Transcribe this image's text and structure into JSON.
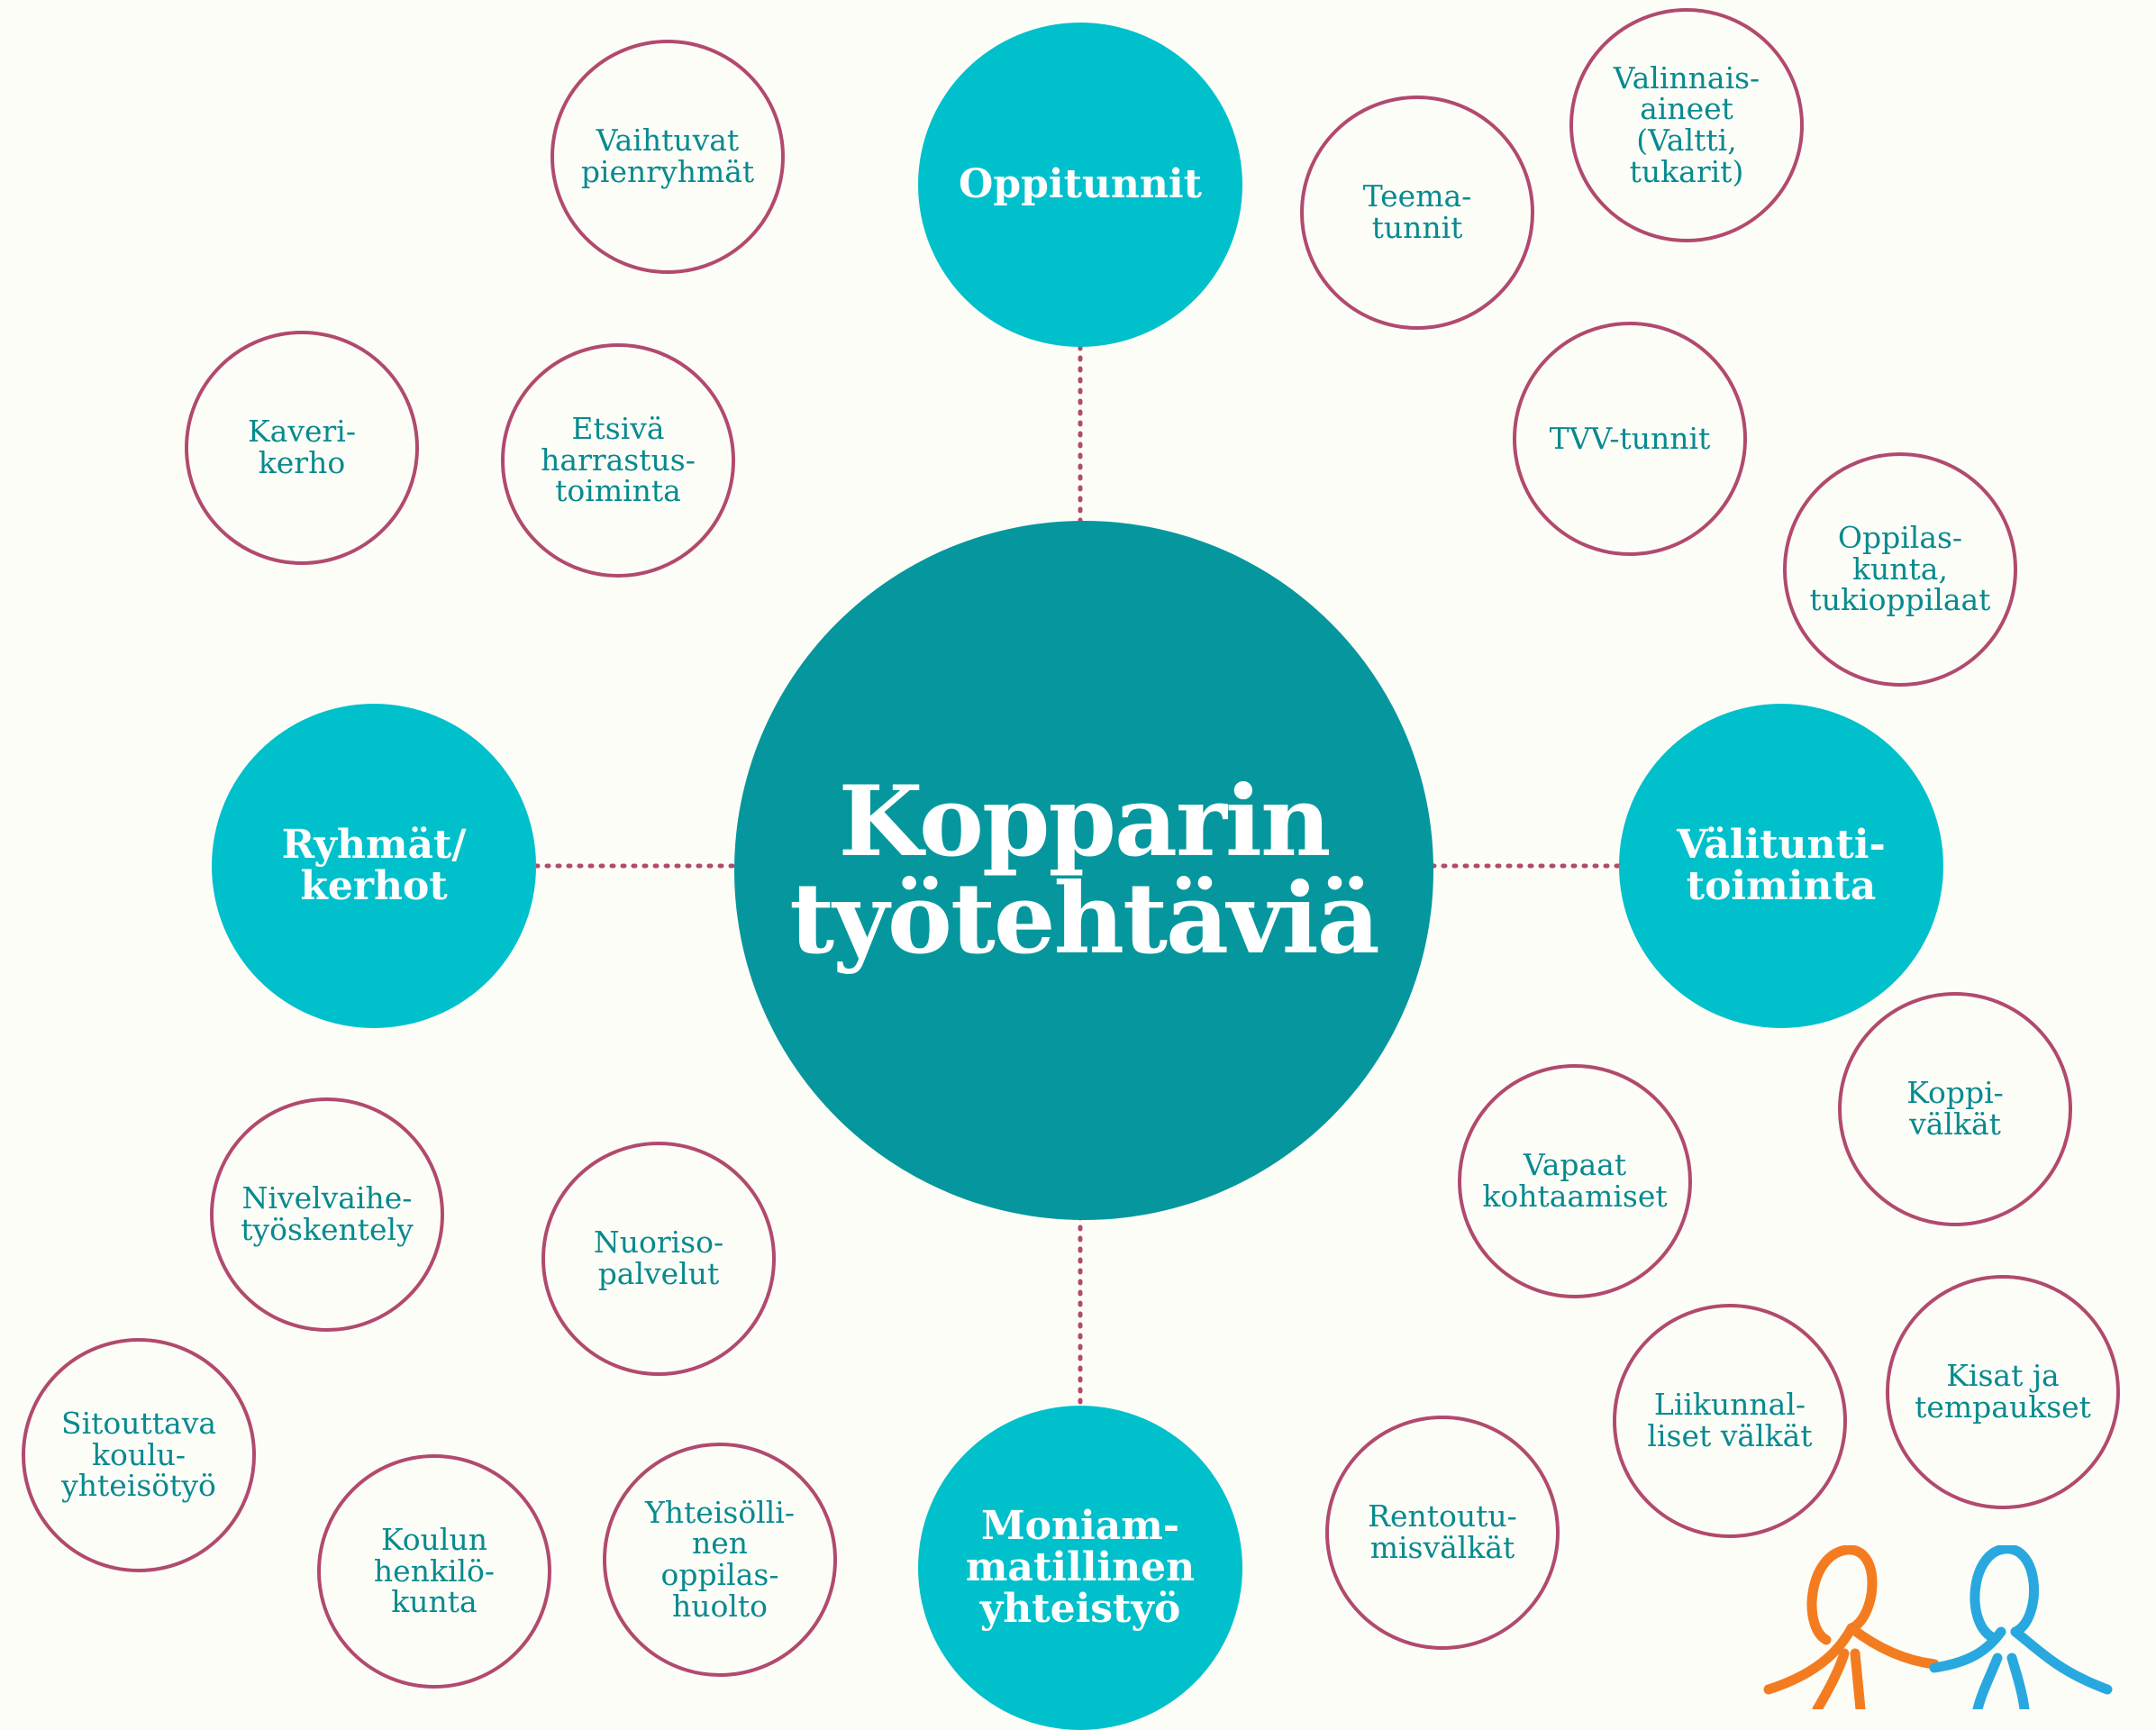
{
  "center": {
    "title": "Kopparin\ntyötehtäviä"
  },
  "hubs": {
    "oppitunnit": "Oppitunnit",
    "ryhmat": "Ryhmät/\nkerhot",
    "valitunti": "Välitunti-\ntoiminta",
    "moniammatillinen": "Moniam-\nmatillinen\nyhteistyö"
  },
  "leaves": {
    "vaihtuvat": "Vaihtuvat\npienryhmät",
    "teema": "Teema-\ntunnit",
    "valinnais": "Valinnais-\naineet\n(Valtti,\ntukarit)",
    "tvv": "TVV-tunnit",
    "oppilaskunta": "Oppilas-\nkunta,\ntukioppilaat",
    "kaverikerho": "Kaveri-\nkerho",
    "etsiva": "Etsivä\nharrastus-\ntoiminta",
    "nivelvaihe": "Nivelvaihe-\ntyöskentely",
    "nuoriso": "Nuoriso-\npalvelut",
    "sitouttava": "Sitouttava\nkoulu-\nyhteisötyö",
    "koulun": "Koulun\nhenkilö-\nkunta",
    "yhteisollinen": "Yhteisölli-\nnen\noppilas-\nhuolto",
    "koppivalkat": "Koppi-\nvälkät",
    "vapaat": "Vapaat\nkohtaamiset",
    "kisat": "Kisat ja\ntempaukset",
    "liikunnal": "Liikunnal-\nliset välkät",
    "rentoutu": "Rentoutu-\nmisvälkät"
  },
  "colors": {
    "background": "#fdfdf8",
    "center_fill": "#05979d",
    "hub_fill": "#00c0cc",
    "leaf_border": "#b14a6e",
    "leaf_text": "#088a8f",
    "connector": "#b14a6e",
    "figure_left": "#f47c20",
    "figure_right": "#29a8e0"
  },
  "decorations": {
    "figures_icon": "two-people-holding-hands-icon"
  }
}
